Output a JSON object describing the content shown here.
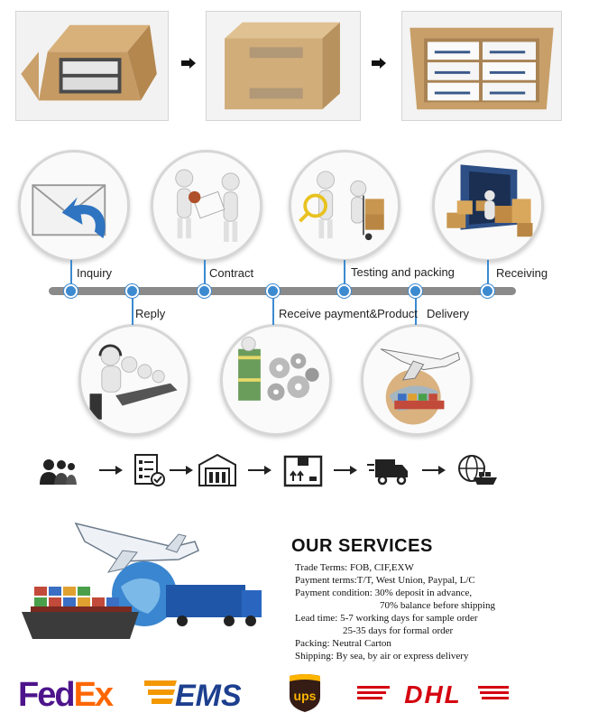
{
  "process": {
    "steps_top": [
      "Inquiry",
      "Contract",
      "Testing and packing",
      "Receiving"
    ],
    "steps_bottom": [
      "Reply",
      "Receive payment&Product",
      "Delivery"
    ]
  },
  "services": {
    "title": "OUR SERVICES",
    "lines": [
      "Trade Terms: FOB, CIF,EXW",
      "Payment terms:T/T, West Union, Paypal, L/C",
      "Payment condition: 30% deposit in advance,",
      "70% balance before shipping",
      "Lead time: 5-7 working days for sample order",
      "25-35 days for formal order",
      "Packing: Neutral Carton",
      "Shipping: By sea, by air or express delivery"
    ]
  },
  "carriers": {
    "fedex": {
      "fed": "Fed",
      "ex": "Ex"
    },
    "ems": "EMS",
    "ups": "ups",
    "dhl": "DHL"
  },
  "colors": {
    "accent_blue": "#3c8ad0",
    "timeline_gray": "#8a8a8a",
    "fedex_purple": "#4d148c",
    "fedex_orange": "#ff6600",
    "ems_blue": "#1d3f8f",
    "ems_orange": "#f39800",
    "ups_brown": "#351c15",
    "ups_gold": "#ffb500",
    "dhl_red": "#d40511"
  }
}
